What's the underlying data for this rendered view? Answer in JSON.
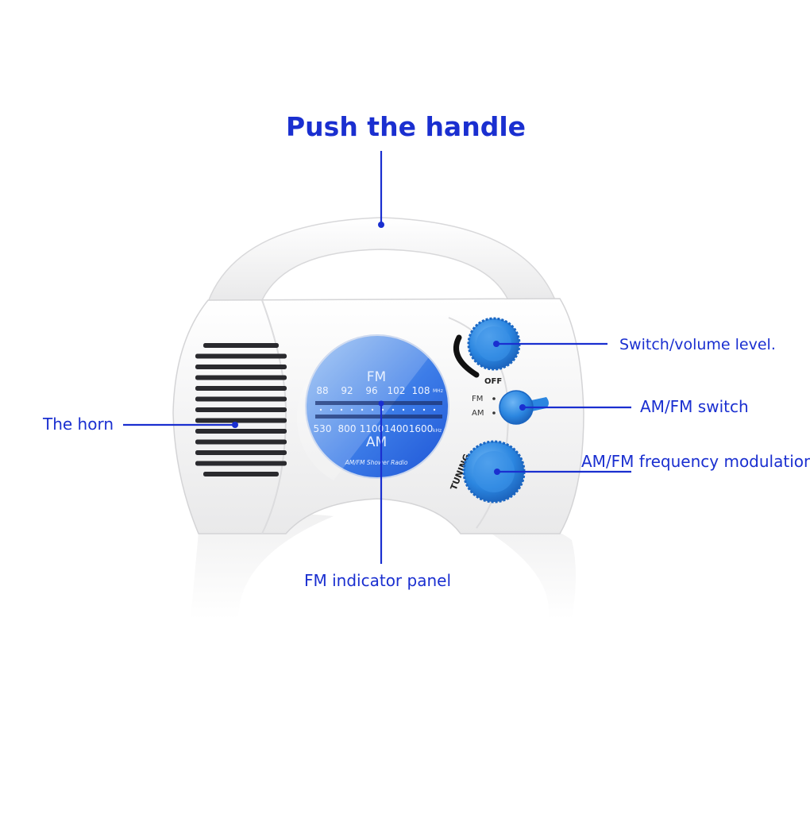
{
  "labels": {
    "handle": "Push the handle",
    "horn": "The horn",
    "switch_volume": "Switch/volume level.",
    "am_fm_switch": "AM/FM switch",
    "frequency_modulation": "AM/FM frequency modulation",
    "fm_panel": "FM indicator panel"
  },
  "device": {
    "band_fm": "FM",
    "band_am": "AM",
    "fm_scale": [
      "88",
      "92",
      "96",
      "102",
      "108"
    ],
    "fm_unit": "MHz",
    "am_scale": [
      "530",
      "800",
      "1100",
      "1400",
      "1600"
    ],
    "am_unit": "kHz",
    "brand_text": "AM/FM Shower Radio",
    "off_label": "OFF",
    "switch_fm": "FM",
    "switch_am": "AM",
    "tuning_label": "TUNING"
  },
  "colors": {
    "callout_blue": "#1a2fd0",
    "knob_blue": "#2b86e0",
    "dial_blue": "#2f6fe4",
    "body_white": "#f6f6f6"
  }
}
